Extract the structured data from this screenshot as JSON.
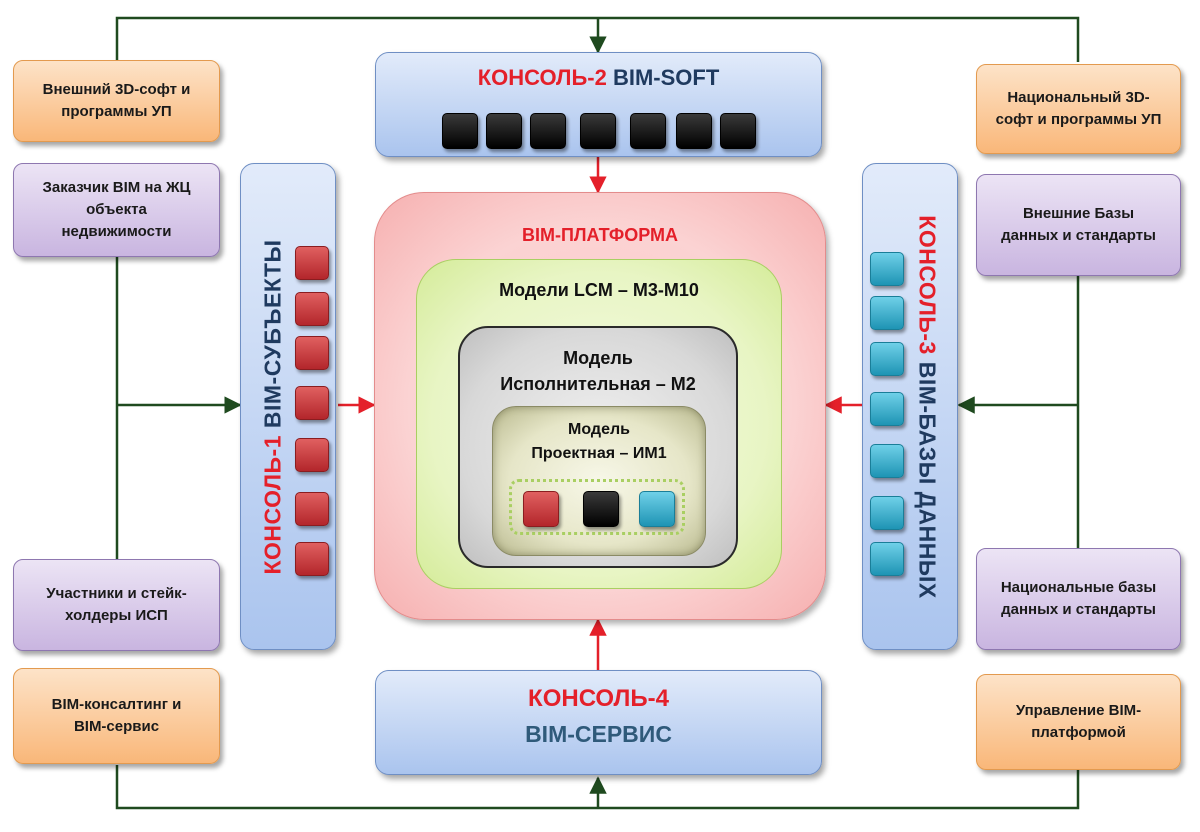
{
  "left_column": {
    "external_soft": "Внешний 3D-софт и программы УП",
    "customer_line1": "Заказчик BIM на ЖЦ",
    "customer_line2": "объекта",
    "customer_line3": "недвижимости",
    "participants_line1": "Участники и стейк-",
    "participants_line2": "холдеры ИСП",
    "consulting_line1": "BIM-консалтинг и",
    "consulting_line2": "BIM-сервис"
  },
  "right_column": {
    "national_soft_line1": "Национальный 3D-",
    "national_soft_line2": "софт и программы УП",
    "external_db_line1": "Внешние Базы",
    "external_db_line2": "данных и стандарты",
    "national_db_line1": "Национальные базы",
    "national_db_line2": "данных и стандарты",
    "management_line1": "Управление BIM-",
    "management_line2": "платформой"
  },
  "console1": {
    "red": "КОНСОЛЬ-1",
    "navy": "BIM-СУБЪЕКТЫ"
  },
  "console2": {
    "red": "КОНСОЛЬ-2",
    "navy": "BIM-SOFT"
  },
  "console3": {
    "red": "КОНСОЛЬ-3",
    "navy": "BIM-БАЗЫ ДАННЫХ"
  },
  "console4": {
    "red": "КОНСОЛЬ-4",
    "navy": "BIM-СЕРВИС"
  },
  "platform": {
    "title": "BIM-ПЛАТФОРМА",
    "lcm": "Модели LCM – М3-М10",
    "exec_line1": "Модель",
    "exec_line2": "Исполнительная – М2",
    "design_line1": "Модель",
    "design_line2": "Проектная – ИМ1"
  },
  "colors": {
    "accent_red": "#e4202a",
    "navy": "#1f3a5f",
    "connector_green": "#1f4a1f"
  }
}
